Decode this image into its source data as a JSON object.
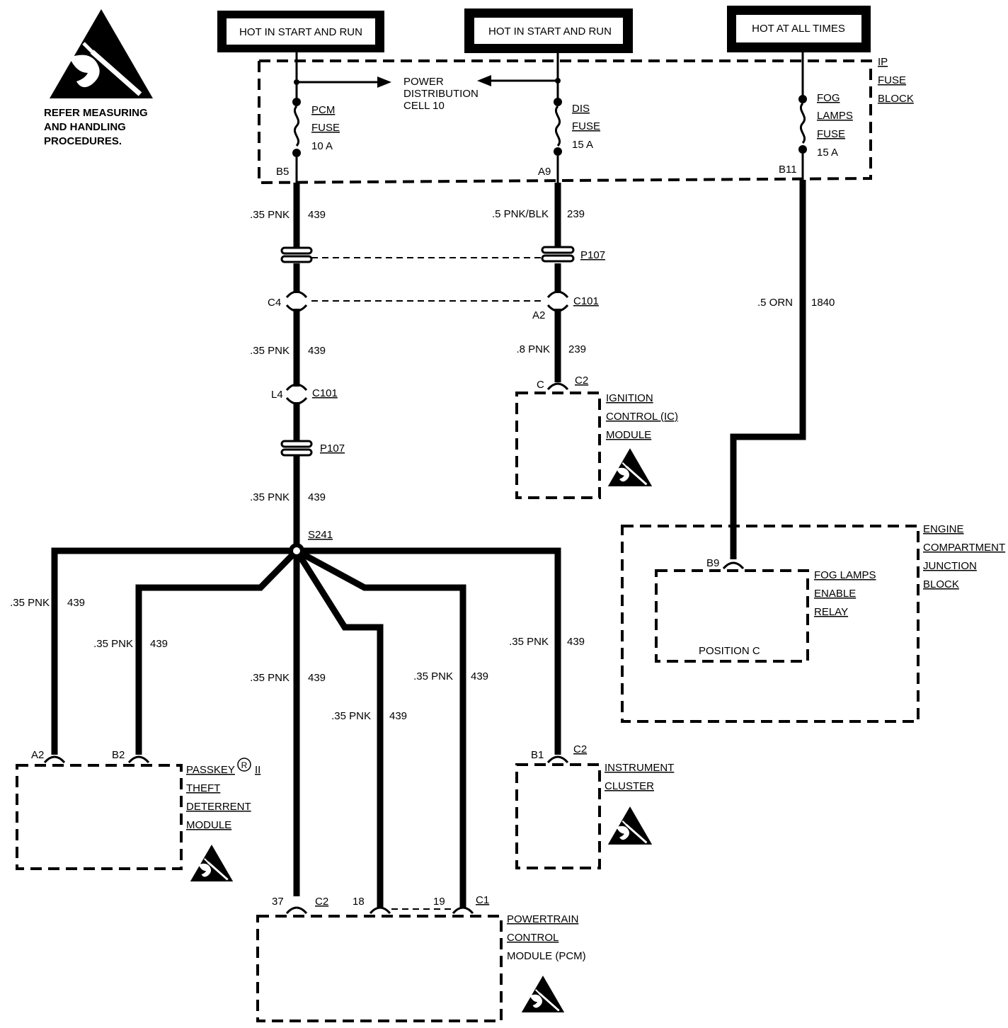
{
  "esd_note": [
    "REFER MEASURING",
    "AND HANDLING",
    "PROCEDURES."
  ],
  "power_sources": [
    {
      "label": "HOT IN START AND RUN"
    },
    {
      "label": "HOT IN START AND RUN"
    },
    {
      "label": "HOT AT ALL TIMES"
    }
  ],
  "fuse_block": {
    "name_lines": [
      "IP",
      "FUSE",
      "BLOCK"
    ],
    "power_distribution": [
      "POWER",
      "DISTRIBUTION",
      "CELL 10"
    ],
    "fuses": [
      {
        "name_lines": [
          "PCM",
          "FUSE"
        ],
        "rating": "10 A",
        "terminal": "B5"
      },
      {
        "name_lines": [
          "DIS",
          "FUSE"
        ],
        "rating": "15 A",
        "terminal": "A9"
      },
      {
        "name_lines": [
          "FOG",
          "LAMPS",
          "FUSE"
        ],
        "rating": "15 A",
        "terminal": "B11"
      }
    ]
  },
  "wires": {
    "w1_top": {
      "size": ".35 PNK",
      "circuit": "439"
    },
    "w2_top": {
      "size": ".5 PNK/BLK",
      "circuit": "239"
    },
    "w3": {
      "size": ".5 ORN",
      "circuit": "1840"
    },
    "w1_mid": {
      "size": ".35 PNK",
      "circuit": "439"
    },
    "w2_mid": {
      "size": ".8 PNK",
      "circuit": "239"
    },
    "w1_low": {
      "size": ".35 PNK",
      "circuit": "439"
    },
    "b_a2": {
      "size": ".35 PNK",
      "circuit": "439"
    },
    "b_b2": {
      "size": ".35 PNK",
      "circuit": "439"
    },
    "b_37": {
      "size": ".35 PNK",
      "circuit": "439"
    },
    "b_18": {
      "size": ".35 PNK",
      "circuit": "439"
    },
    "b_19": {
      "size": ".35 PNK",
      "circuit": "439"
    },
    "b_b1": {
      "size": ".35 PNK",
      "circuit": "439"
    }
  },
  "connectors": {
    "p107_right": "P107",
    "c101_right": "C101",
    "c4": "C4",
    "a2_pin": "A2",
    "l4": "L4",
    "c101_left": "C101",
    "p107_left": "P107",
    "splice": "S241",
    "ic_pin": "C",
    "ic_conn": "C2",
    "b9": "B9",
    "pts_a2": "A2",
    "pts_b2": "B2",
    "ipc_b1": "B1",
    "ipc_c2": "C2",
    "pcm_37": "37",
    "pcm_c2": "C2",
    "pcm_18": "18",
    "pcm_19": "19",
    "pcm_c1": "C1"
  },
  "components": {
    "ic_module": [
      "IGNITION",
      "CONTROL (IC)",
      "MODULE"
    ],
    "ecjb": [
      "ENGINE",
      "COMPARTMENT",
      "JUNCTION",
      "BLOCK"
    ],
    "fog_relay": [
      "FOG LAMPS",
      "ENABLE",
      "RELAY"
    ],
    "fog_relay_position": "POSITION C",
    "passkey": [
      "PASSKEY",
      "THEFT",
      "DETERRENT",
      "MODULE"
    ],
    "passkey_suffix": "II",
    "passkey_reg": "R",
    "cluster": [
      "INSTRUMENT",
      "CLUSTER"
    ],
    "pcm": [
      "POWERTRAIN",
      "CONTROL",
      "MODULE (PCM)"
    ]
  }
}
